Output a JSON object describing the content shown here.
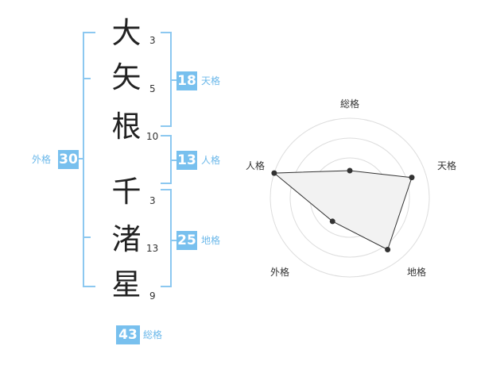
{
  "name": {
    "chars": [
      "大",
      "矢",
      "根",
      "千",
      "渚",
      "星"
    ],
    "strokes": [
      "3",
      "5",
      "10",
      "3",
      "13",
      "9"
    ]
  },
  "kakusu": {
    "tenkaku": {
      "value": "18",
      "label": "天格"
    },
    "jinkaku": {
      "value": "13",
      "label": "人格"
    },
    "chikaku": {
      "value": "25",
      "label": "地格"
    },
    "gaikaku": {
      "value": "30",
      "label": "外格"
    },
    "soukaku": {
      "value": "43",
      "label": "総格"
    }
  },
  "colors": {
    "accent": "#78c0ee",
    "bracket": "#8cc8f0",
    "polygon_fill": "#f2f2f2"
  },
  "chart_data": {
    "type": "radar",
    "axes": [
      "総格",
      "天格",
      "地格",
      "外格",
      "人格"
    ],
    "values": [
      0.34,
      0.82,
      0.81,
      0.37,
      1.0
    ],
    "rmax": 1.0,
    "rings": 4
  }
}
